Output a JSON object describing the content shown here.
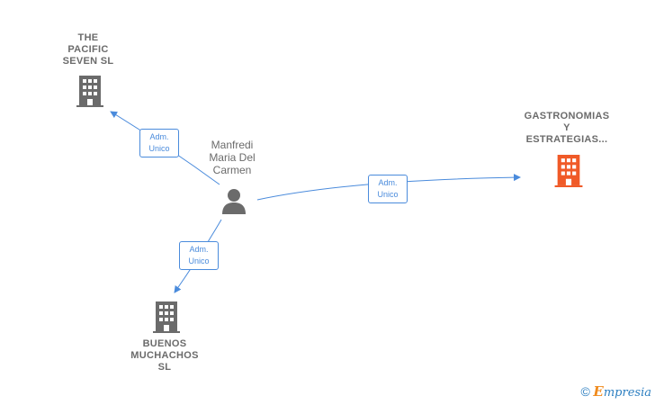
{
  "nodes": {
    "pacific": {
      "name": [
        "THE",
        "PACIFIC",
        "SEVEN  SL"
      ]
    },
    "gastro": {
      "name": [
        "GASTRONOMIAS",
        "Y",
        "ESTRATEGIAS..."
      ]
    },
    "buenos": {
      "name": [
        "BUENOS",
        "MUCHACHOS",
        "SL"
      ]
    },
    "person": {
      "name": [
        "Manfredi",
        "Maria Del",
        "Carmen"
      ]
    }
  },
  "edges": {
    "to_pacific": {
      "role": [
        "Adm.",
        "Unico"
      ]
    },
    "to_gastro": {
      "role": [
        "Adm.",
        "Unico"
      ]
    },
    "to_buenos": {
      "role": [
        "Adm.",
        "Unico"
      ]
    }
  },
  "colors": {
    "company_icon": "#6b6b6b",
    "focus_icon": "#f05a28",
    "edge": "#4a8bdc"
  },
  "footer": {
    "copyright": "©",
    "brand_initial": "E",
    "brand_rest": "mpresia"
  }
}
